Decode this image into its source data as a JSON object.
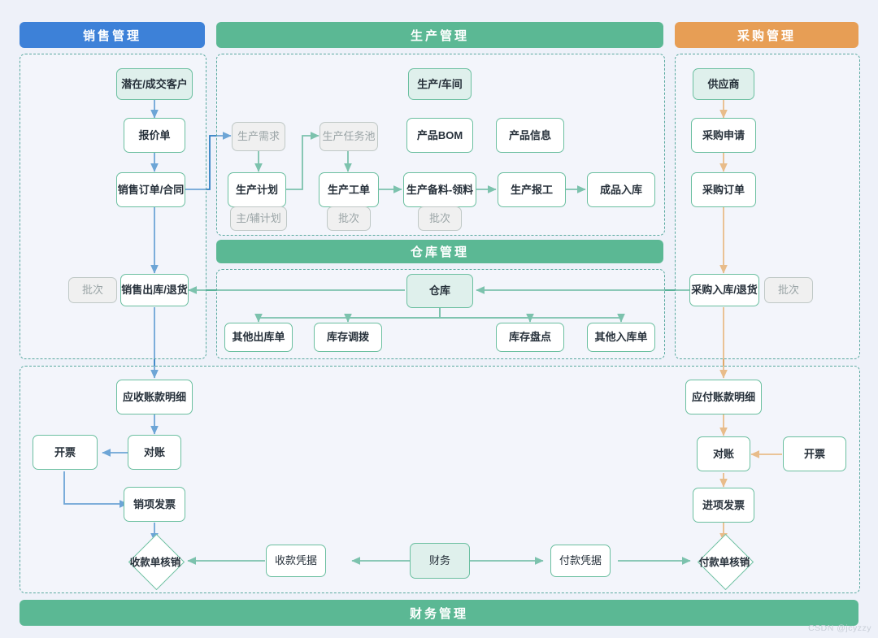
{
  "meta": {
    "watermark": "CSDN @jcyzzy",
    "colors": {
      "sales": "#3d81d8",
      "production": "#5bb894",
      "purchasing": "#e79e55",
      "warehouse": "#5bb894",
      "finance": "#5bb894",
      "background": "#eef1f9",
      "node_border": "#6bbfa0",
      "entity_fill": "#dff0ec",
      "muted_fill": "#f0f0f0"
    }
  },
  "bands": {
    "sales": "销售管理",
    "production": "生产管理",
    "purchasing": "采购管理",
    "warehouse": "仓库管理",
    "finance": "财务管理"
  },
  "nodes": {
    "sales_customer": "潜在/成交客户",
    "sales_quote": "报价单",
    "sales_order": "销售订单/合同",
    "sales_batch": "批次",
    "sales_out": "销售出库/退货",
    "prod_demand": "生产需求",
    "prod_plan": "生产计划",
    "prod_plan_sub": "主/辅计划",
    "prod_taskpool": "生产任务池",
    "prod_workorder": "生产工单",
    "prod_workorder_sub": "批次",
    "prod_workshop": "生产/车间",
    "prod_bom": "产品BOM",
    "prod_info": "产品信息",
    "prod_picking": "生产备料-领料",
    "prod_picking_sub": "批次",
    "prod_report": "生产报工",
    "prod_finished_in": "成品入库",
    "purch_supplier": "供应商",
    "purch_request": "采购申请",
    "purch_order": "采购订单",
    "purch_in": "采购入库/退货",
    "purch_batch": "批次",
    "wh_warehouse": "仓库",
    "wh_other_out": "其他出库单",
    "wh_transfer": "库存调拨",
    "wh_stocktake": "库存盘点",
    "wh_other_in": "其他入库单",
    "fin_ar_detail": "应收账款明细",
    "fin_ar_recon": "对账",
    "fin_ar_invoice_btn": "开票",
    "fin_out_invoice": "销项发票",
    "fin_receipt_writeoff": "收款单核销",
    "fin_receipt_doc": "收款凭据",
    "fin_finance": "财务",
    "fin_payment_doc": "付款凭据",
    "fin_payment_writeoff": "付款单核销",
    "fin_in_invoice": "进项发票",
    "fin_ap_recon": "对账",
    "fin_ap_invoice_btn": "开票",
    "fin_ap_detail": "应付账款明细"
  }
}
